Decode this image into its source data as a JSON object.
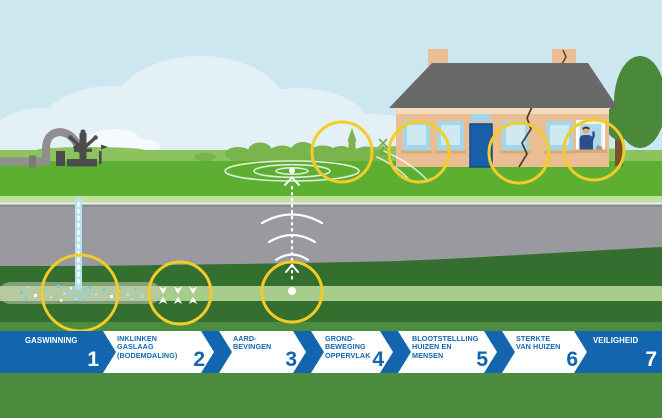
{
  "ribbon": {
    "background_color": "#1366AE",
    "chevron_color": "#FFFFFF",
    "text_color_on_blue": "#FFFFFF",
    "text_color_on_white": "#1366AE",
    "steps": [
      {
        "label": "GASWINNING",
        "number": "1",
        "variant": "blue"
      },
      {
        "label": "INKLINKEN\nGASLAAG\n(BODEMDALING)",
        "number": "2",
        "variant": "white"
      },
      {
        "label": "AARD-\nBEVINGEN",
        "number": "3",
        "variant": "white"
      },
      {
        "label": "BLOOTSTELLLING\nHUIZEN EN\nMENSEN",
        "number": "5",
        "variant": "white"
      },
      {
        "label": "GROND-\nBEWEGING\nOPPERVLAK",
        "number": "4",
        "variant": "white"
      },
      {
        "label": "STERKTE\nVAN HUIZEN",
        "number": "6",
        "variant": "white"
      },
      {
        "label": "VEILIGHEID",
        "number": "7",
        "variant": "blue"
      }
    ]
  },
  "scene": {
    "highlight_color": "#F2CC28",
    "highlights": [
      "gas-extraction-at-reservoir",
      "compaction-of-gas-layer",
      "earthquake-hypocenter",
      "ground-movement-at-surface",
      "exposure-of-house",
      "crack-in-wall",
      "person-at-window"
    ],
    "icons": [
      "gas-well-icon",
      "pipeline-icon",
      "gas-reservoir-icon",
      "compaction-arrows-icon",
      "earthquake-hypocenter-icon",
      "seismic-waves-icon",
      "surface-wave-rings-icon",
      "house-icon",
      "cracked-wall-icon",
      "cracked-chimney-icon",
      "person-at-window-icon",
      "church-skyline-icon",
      "windmill-icon",
      "tree-icon",
      "cloud-icon"
    ],
    "colors": {
      "sky": "#CDE7F0",
      "cloud": "#E3F1F6",
      "far_field_green": "#8DC35F",
      "skyline_green": "#7AB44C",
      "grass_green": "#5CAF31",
      "topsoil_strip": "#C3E0A3",
      "soil_grey": "#9B99A0",
      "deep_green": "#356F2F",
      "reservoir_stripe": "#A8CC8C",
      "lower_field_green": "#4C8C3E",
      "house_wall": "#EABE92",
      "roof_grey": "#696969",
      "door_blue": "#1A5FA9",
      "window_blue": "#A5D6E8",
      "gas_particle_blue": "#6FC9E7"
    }
  }
}
